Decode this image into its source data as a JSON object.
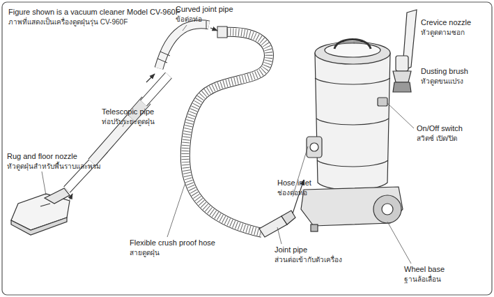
{
  "diagram": {
    "labels": [
      "Figure shown is a vacuum cleaner Model CV-960F",
      "ภาพที่แสดงเป็นเครื่องดูดฝุ่นรุ่น CV-960F",
      "Curved joint pipe",
      "ข้อต่อท่อ",
      "Crevice nozzle",
      "หัวดูดตามซอก",
      "Dusting brush",
      "หัวดูดขนแปรง",
      "Telescopic pipe",
      "ท่อปรับระยะดูดฝุ่น",
      "On/Off switch",
      "สวิตซ์ เปิด/ปิด",
      "Rug and floor nozzle",
      "หัวดูดฝุ่นสำหรับพื้นราบและพรม",
      "Hose inlet",
      "ช่องต่อท่อ",
      "Flexible crush proof hose",
      "สายดูดฝุ่น",
      "Joint pipe",
      "ส่วนต่อเข้ากับตัวเครื่อง",
      "Wheel base",
      "ฐานล้อเลื่อน"
    ]
  }
}
